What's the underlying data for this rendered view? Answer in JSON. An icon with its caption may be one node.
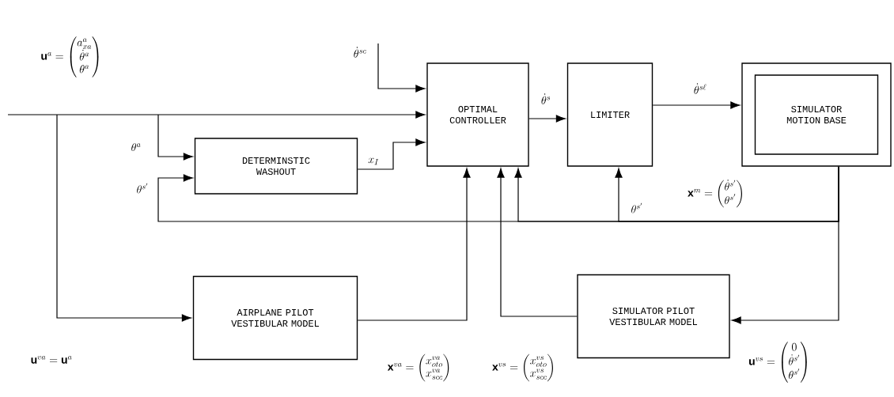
{
  "diagram": {
    "nodes": [
      {
        "text": [
          "OPTIMAL CONTROLLER"
        ]
      },
      {
        "text": [
          "LIMITER"
        ]
      },
      {
        "text": [],
        "shape": "box"
      },
      {
        "text": [
          "SIMULATOR MOTION BASE"
        ],
        "in": 2
      },
      {
        "text": [
          "DETERMINSTIC WASHOUT"
        ]
      },
      {
        "text": [
          "AIRPLANE PILOT VESTIBULAR MODEL"
        ]
      },
      {
        "text": [
          "SIMULATOR PILOT VESTIBULAR MODEL"
        ]
      }
    ],
    "edges": [
      {
        "from": null,
        "to": 0,
        "arrow": "to"
      },
      {
        "from": null,
        "to": 4,
        "arrow": "to",
        "label": "\\theta^{a}"
      },
      {
        "from": null,
        "to": 5,
        "arrow": "to"
      },
      {
        "from": null,
        "to": 0,
        "arrow": "to",
        "label": "\\dot{\\theta}^{sc}"
      },
      {
        "from": 4,
        "to": 0,
        "arrow": "to",
        "label": "x_{I}"
      },
      {
        "from": 0,
        "to": 1,
        "arrow": "to",
        "label": "\\dot{\\theta}^{s}"
      },
      {
        "from": 1,
        "to": 2,
        "arrow": "to",
        "label": "\\dot{\\theta}^{s\\ell}"
      },
      {
        "from": 2,
        "to": 4,
        "arrow": "to",
        "label": "\\theta^{s'}"
      },
      {
        "from": 2,
        "to": 1,
        "arrow": "to",
        "label": "\\theta^{s'}"
      },
      {
        "from": 2,
        "to": 0,
        "arrow": "to"
      },
      {
        "from": 2,
        "to": 6,
        "arrow": "to"
      },
      {
        "from": 5,
        "to": 0,
        "arrow": "to"
      },
      {
        "from": 6,
        "to": 0,
        "arrow": "to"
      }
    ],
    "labels": [
      "\\mathbf{u}^{a} = \\begin{pmatrix} a^{a}_{xa} \\\\ \\dot{\\theta}^{a} \\\\ \\theta^{a} \\end{pmatrix}",
      "\\mathbf{x}^{m} = \\begin{pmatrix} \\dot{\\theta}^{s'} \\\\ \\theta^{s'} \\end{pmatrix}",
      "\\mathbf{u}^{va} = \\mathbf{u}^{a}",
      "\\mathbf{x}^{va} = \\begin{pmatrix} x^{va}_{oto} \\\\ x^{va}_{scc} \\end{pmatrix}",
      "\\mathbf{x}^{vs} = \\begin{pmatrix} x^{vs}_{oto} \\\\ x^{vs}_{scc} \\end{pmatrix}",
      "\\mathbf{u}^{vs} = \\begin{pmatrix} 0 \\\\ \\dot{\\theta}^{s'} \\\\ \\theta^{s'} \\end{pmatrix}"
    ]
  }
}
